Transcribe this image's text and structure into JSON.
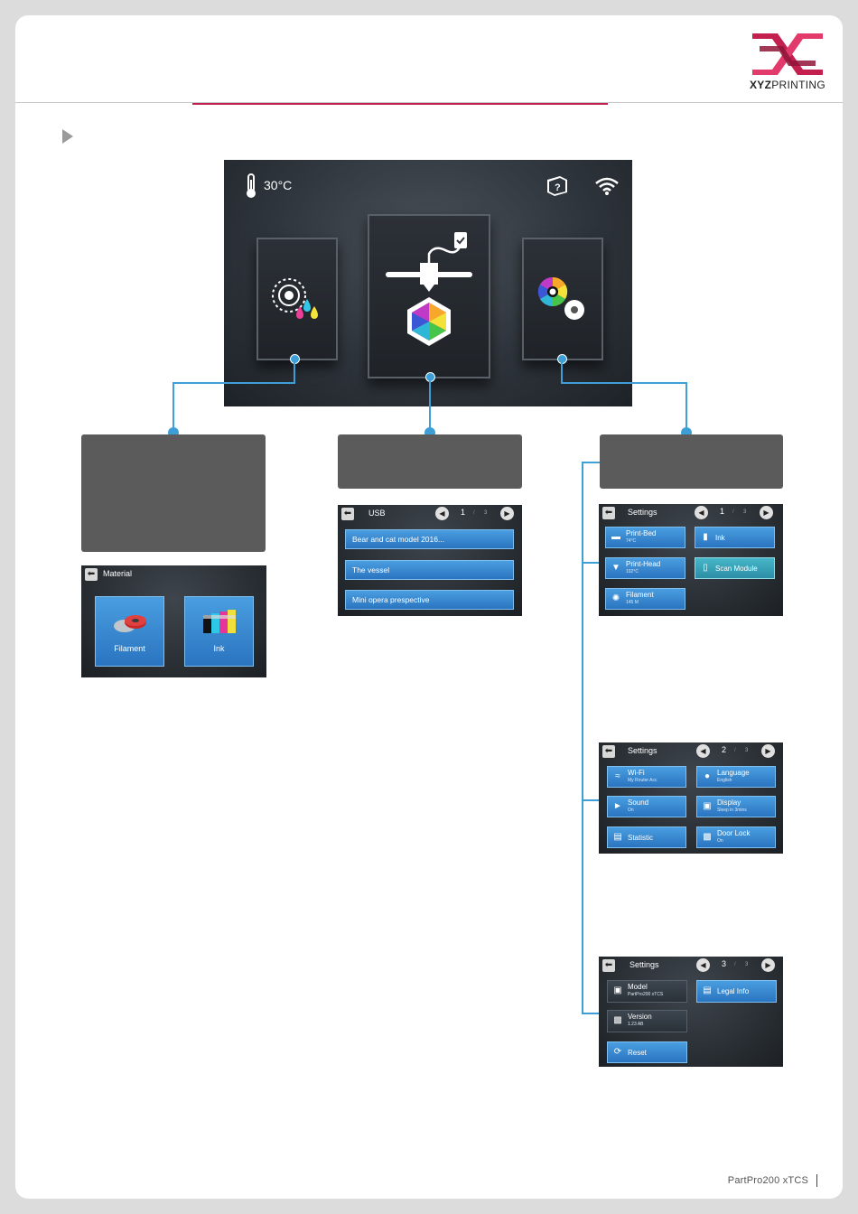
{
  "brand": {
    "logo_bold": "XYZ",
    "logo_rest": "PRINTING"
  },
  "main_screen": {
    "temperature": "30°C",
    "icons": [
      "thermometer-icon",
      "help-book-icon",
      "wifi-icon",
      "material-icon",
      "print-icon",
      "settings-icon"
    ]
  },
  "material_screen": {
    "title": "Material",
    "buttons": [
      {
        "label": "Filament"
      },
      {
        "label": "Ink"
      }
    ]
  },
  "usb_screen": {
    "title": "USB",
    "page": "1",
    "total": "3",
    "files": [
      "Bear and cat model 2016...",
      "The vessel",
      "Mini opera prespective"
    ]
  },
  "settings_screens": [
    {
      "title": "Settings",
      "page": "1",
      "total": "3",
      "buttons": [
        {
          "label": "Print-Bed",
          "sub": "74°C"
        },
        {
          "label": "Ink",
          "sub": ""
        },
        {
          "label": "Print-Head",
          "sub": "192°C"
        },
        {
          "label": "Scan Module",
          "sub": ""
        },
        {
          "label": "Filament",
          "sub": "145 M"
        }
      ]
    },
    {
      "title": "Settings",
      "page": "2",
      "total": "3",
      "buttons": [
        {
          "label": "Wi-Fi",
          "sub": "My Router Acc"
        },
        {
          "label": "Language",
          "sub": "English"
        },
        {
          "label": "Sound",
          "sub": "On"
        },
        {
          "label": "Display",
          "sub": "Sleep in 3mins"
        },
        {
          "label": "Statistic",
          "sub": ""
        },
        {
          "label": "Door Lock",
          "sub": "On"
        }
      ]
    },
    {
      "title": "Settings",
      "page": "3",
      "total": "3",
      "buttons": [
        {
          "label": "Model",
          "sub": "PartPro200 xTCS"
        },
        {
          "label": "Legal Info",
          "sub": ""
        },
        {
          "label": "Version",
          "sub": "1.23 AB"
        },
        {
          "label": "Reset",
          "sub": ""
        }
      ]
    }
  ],
  "footer": {
    "product": "PartPro200 xTCS"
  },
  "colors": {
    "accent": "#3d9fd6",
    "brand_red": "#c4204f",
    "button_blue": "#2a74c0"
  }
}
